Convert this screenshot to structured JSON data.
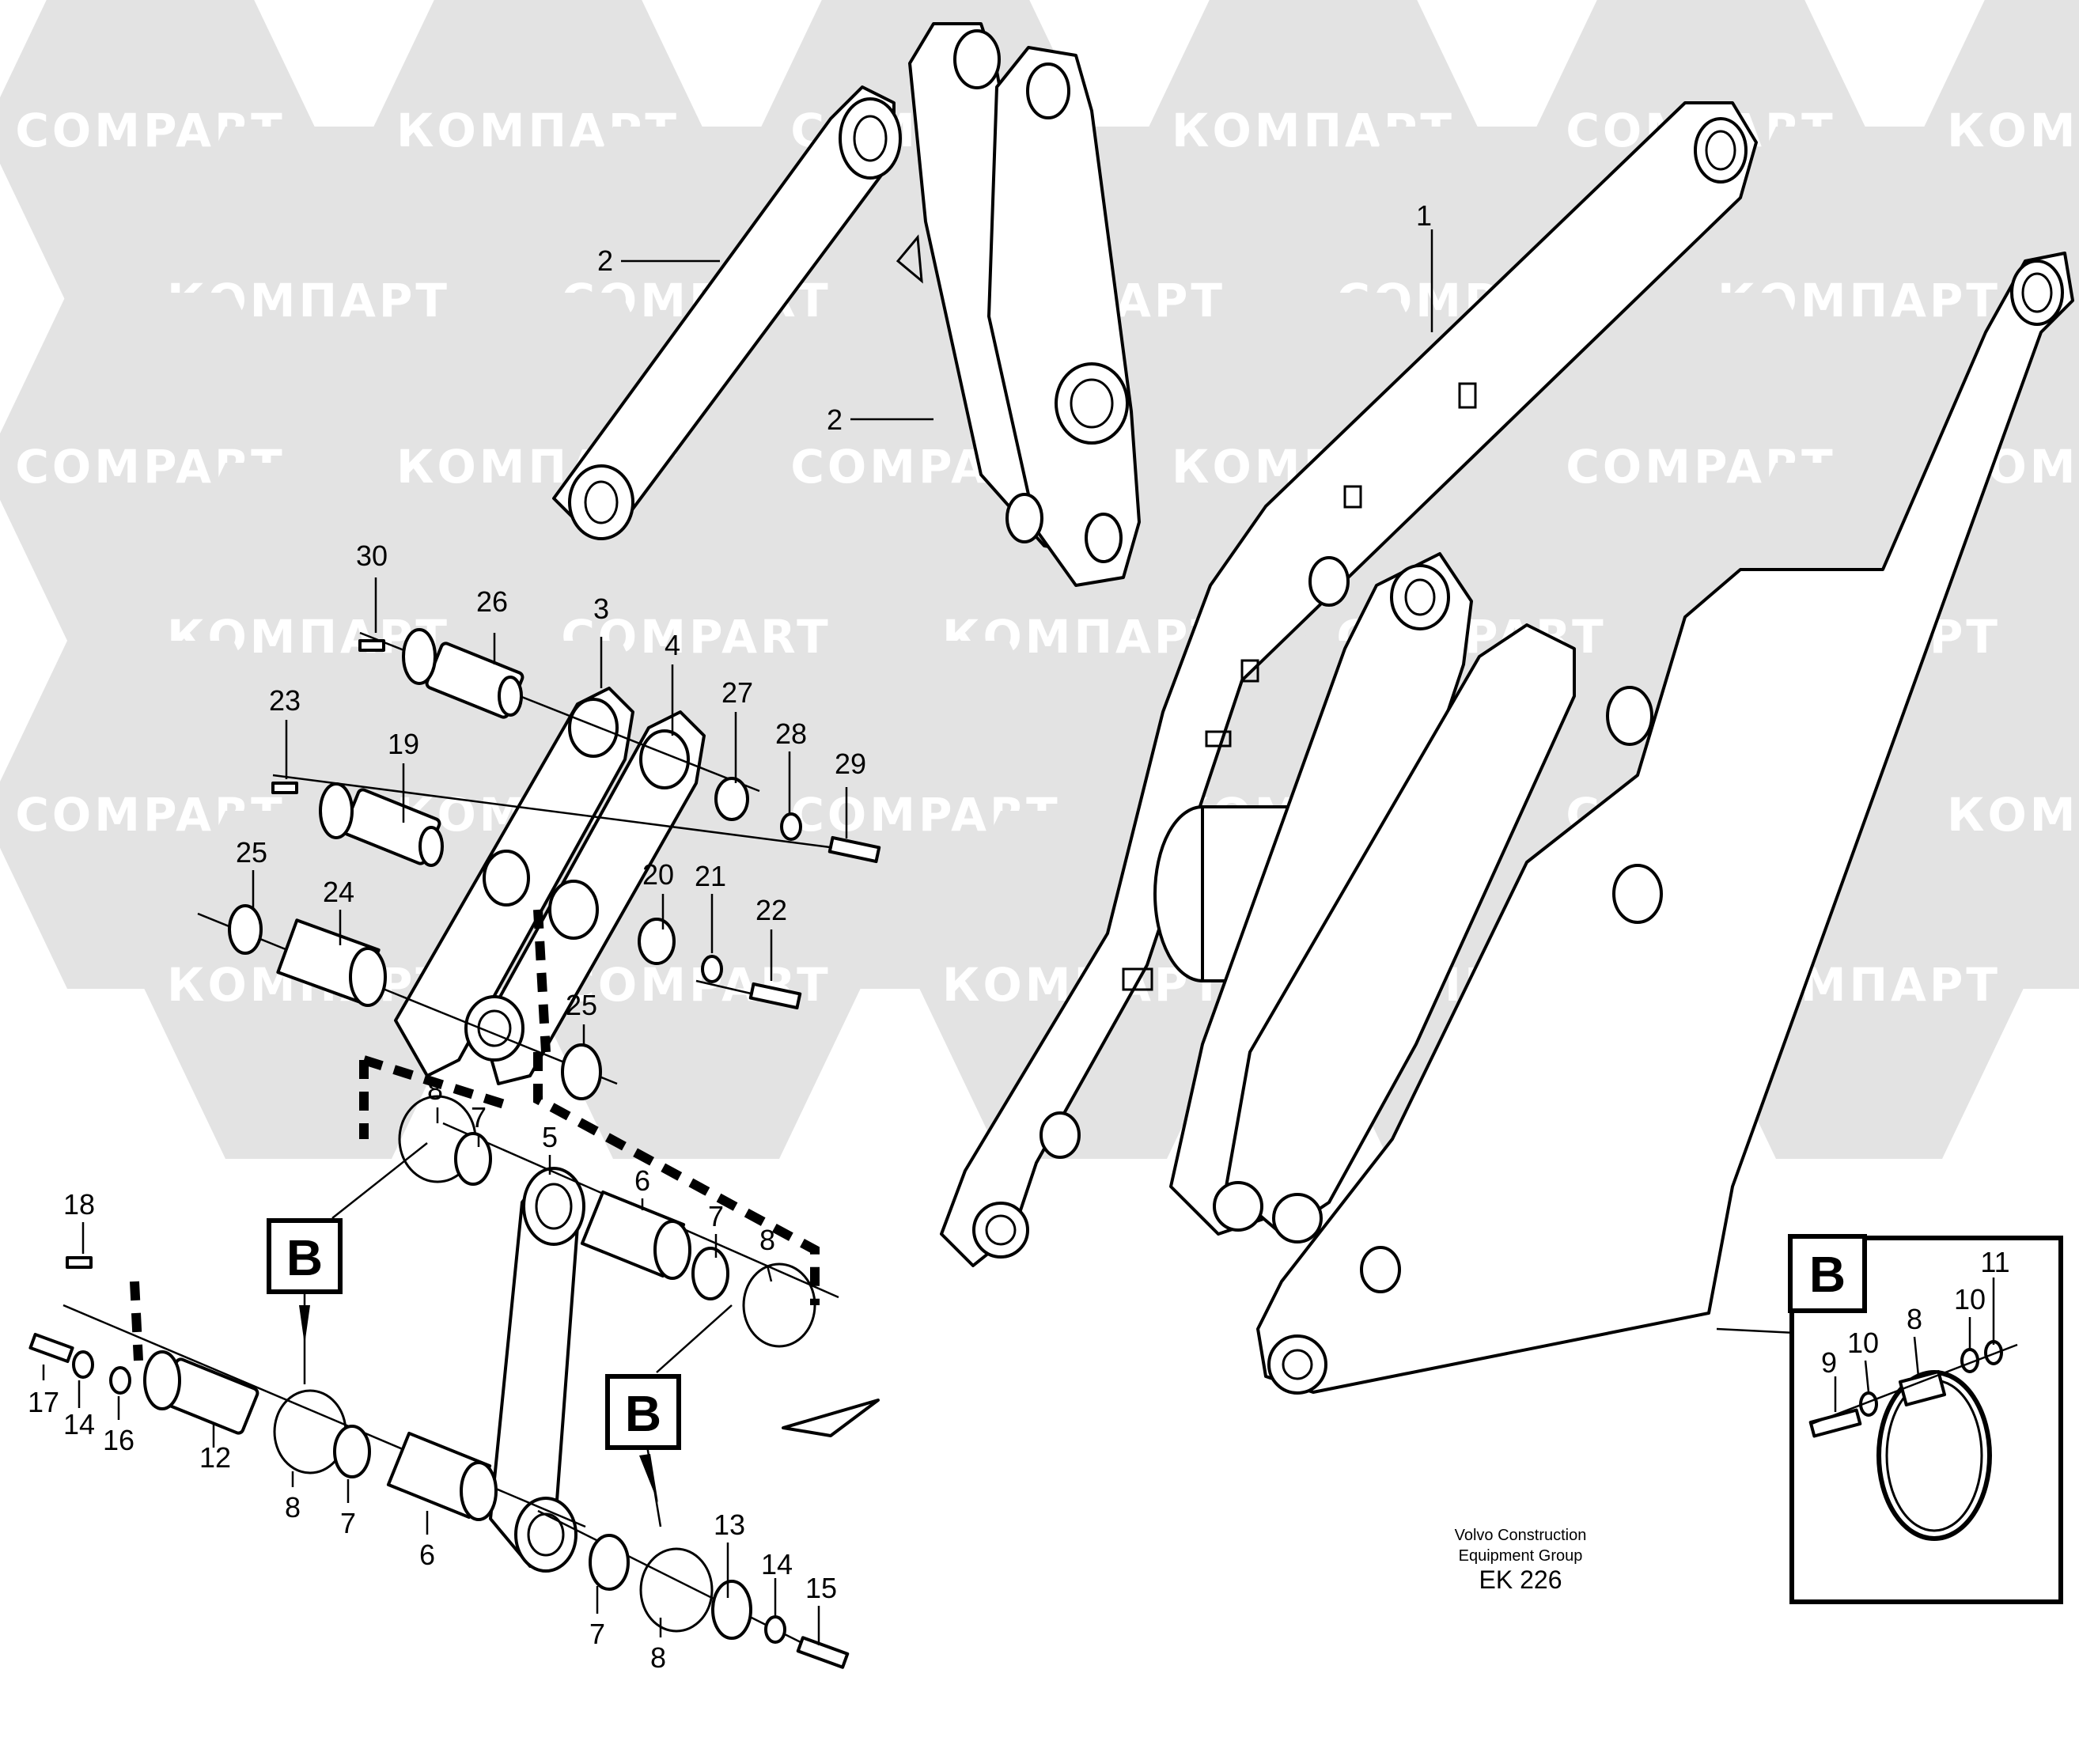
{
  "watermark": {
    "text_latin": "COMPART",
    "text_cyrillic": "КОМПАРТ",
    "hex_color": "#e3e3e3",
    "text_color": "#ffffff"
  },
  "callouts": {
    "p1": "1",
    "p2a": "2",
    "p2b": "2",
    "p3": "3",
    "p4": "4",
    "p5": "5",
    "p6a": "6",
    "p6b": "6",
    "p7a": "7",
    "p7b": "7",
    "p7c": "7",
    "p7d": "7",
    "p8a": "8",
    "p8b": "8",
    "p8c": "8",
    "p8d": "8",
    "p8e": "8",
    "p9": "9",
    "p10a": "10",
    "p10b": "10",
    "p11": "11",
    "p12": "12",
    "p13": "13",
    "p14a": "14",
    "p14b": "14",
    "p15": "15",
    "p16": "16",
    "p17": "17",
    "p18": "18",
    "p19": "19",
    "p20": "20",
    "p21": "21",
    "p22": "22",
    "p23": "23",
    "p24": "24",
    "p25a": "25",
    "p25b": "25",
    "p26": "26",
    "p27": "27",
    "p28": "28",
    "p29": "29",
    "p30": "30"
  },
  "detail_markers": {
    "b1": "B",
    "b2": "B",
    "inset": "B"
  },
  "caption": {
    "line1": "Volvo Construction",
    "line2": "Equipment Group",
    "code": "EK 226"
  }
}
